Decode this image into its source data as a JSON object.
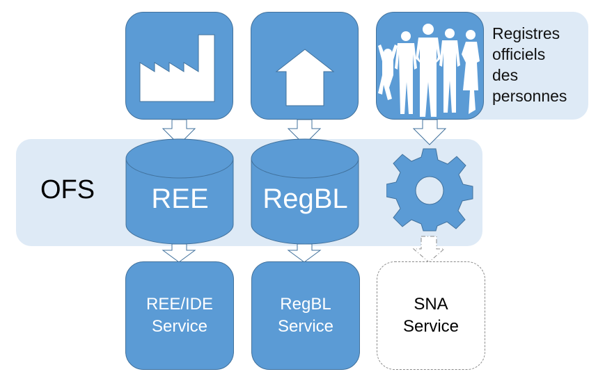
{
  "diagram": {
    "group_label": "OFS",
    "sources": [
      {
        "icon": "factory-icon",
        "name": "source-enterprises"
      },
      {
        "icon": "house-icon",
        "name": "source-buildings"
      },
      {
        "icon": "people-icon",
        "name": "source-persons",
        "label": "Registres officiels des personnes",
        "label_lines": [
          "Registres",
          "officiels",
          "des",
          "personnes"
        ]
      }
    ],
    "registers": [
      {
        "type": "database",
        "label": "REE"
      },
      {
        "type": "database",
        "label": "RegBL"
      },
      {
        "type": "process",
        "icon": "gear-icon"
      }
    ],
    "services": [
      {
        "line1": "REE/IDE",
        "line2": "Service",
        "style": "solid"
      },
      {
        "line1": "RegBL",
        "line2": "Service",
        "style": "solid"
      },
      {
        "line1": "SNA",
        "line2": "Service",
        "style": "dashed"
      }
    ],
    "colors": {
      "primary": "#5b9bd5",
      "primary_border": "#41719c",
      "band": "#deeaf6",
      "dashed_border": "#8a8a8a"
    }
  }
}
